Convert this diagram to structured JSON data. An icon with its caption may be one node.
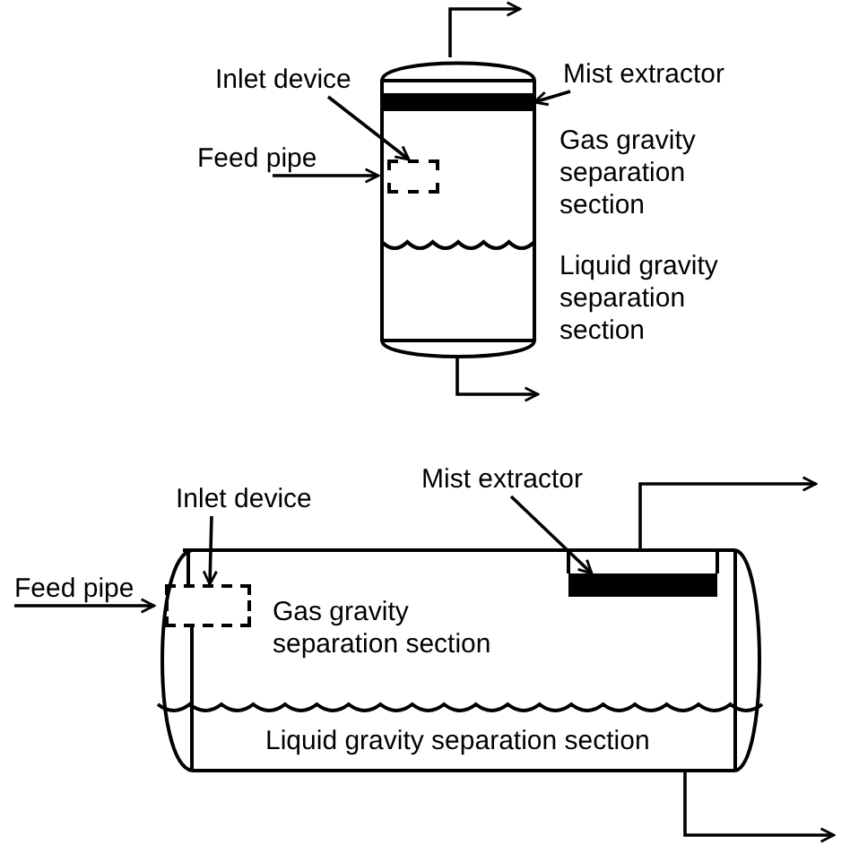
{
  "diagram": {
    "nodes": [
      {
        "text": [],
        "shape": "cylinder"
      },
      {
        "text": [
          "Inlet device"
        ]
      },
      {
        "text": [],
        "shape": "box",
        "in": 0
      },
      {
        "text": [
          "Mist extractor"
        ]
      },
      {
        "text": [],
        "shape": "bar",
        "in": 0
      },
      {
        "text": [
          "Gas gravity separation section",
          "Liquid gravity separation section"
        ]
      },
      {
        "text": [
          "Inlet device"
        ]
      },
      {
        "text": [],
        "shape": "box",
        "in": 5
      },
      {
        "text": [
          "Mist extractor"
        ]
      },
      {
        "text": [],
        "shape": "bar",
        "in": 5
      },
      {
        "text": [
          "Feed pipe"
        ]
      },
      {
        "text": [
          "Feed pipe"
        ]
      }
    ],
    "edges": [
      {
        "from": 1,
        "to": 2,
        "arrow": "to"
      },
      {
        "from": 3,
        "to": 4,
        "arrow": "to"
      },
      {
        "from": 10,
        "to": 0,
        "arrow": "to"
      },
      {
        "from": 0,
        "to": null,
        "arrow": "to"
      },
      {
        "from": 0,
        "to": null,
        "arrow": "to"
      },
      {
        "from": 6,
        "to": 7,
        "arrow": "to"
      },
      {
        "from": 8,
        "to": 9,
        "arrow": "to"
      },
      {
        "from": 11,
        "to": 5,
        "arrow": "to"
      },
      {
        "from": 5,
        "to": null,
        "arrow": "to"
      },
      {
        "from": 5,
        "to": null,
        "arrow": "to"
      }
    ],
    "labels": [
      "Gas gravity separation section",
      "Liquid gravity separation section"
    ]
  }
}
